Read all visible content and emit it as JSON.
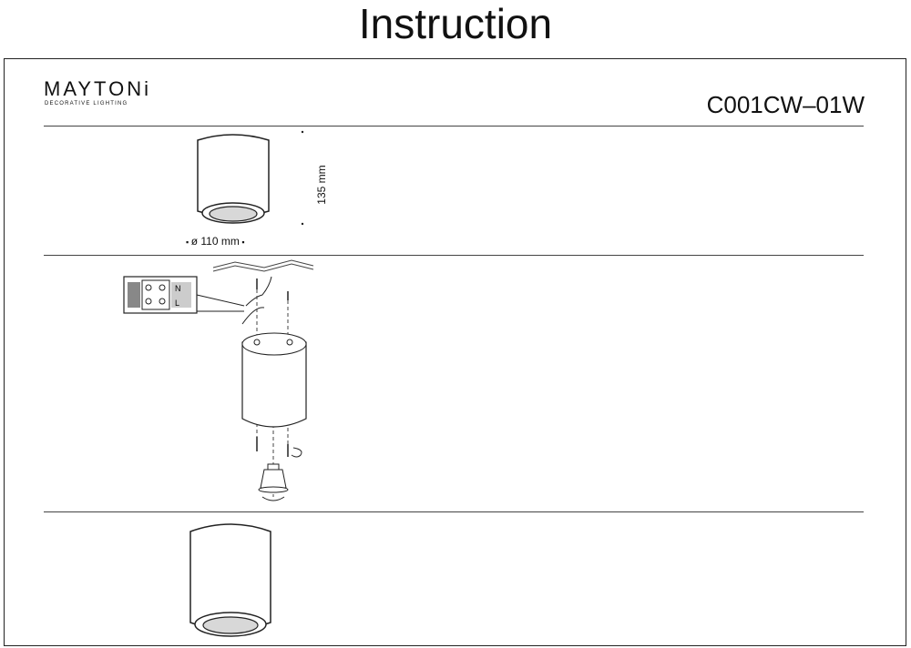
{
  "page": {
    "heading": "Instruction"
  },
  "header": {
    "brand_name": "MAYTONi",
    "brand_tagline": "DECORATIVE LIGHTING",
    "model_code": "C001CW–01W"
  },
  "dimensions": {
    "diameter": "ø 110 mm",
    "height": "135 mm"
  },
  "wiring": {
    "terminal_labels": [
      "L",
      "N"
    ]
  },
  "icons": [
    "cylinder-lamp-icon",
    "ceiling-mount-diagram",
    "terminal-block-icon",
    "gu10-bulb-icon",
    "rotate-arrow-icon"
  ]
}
